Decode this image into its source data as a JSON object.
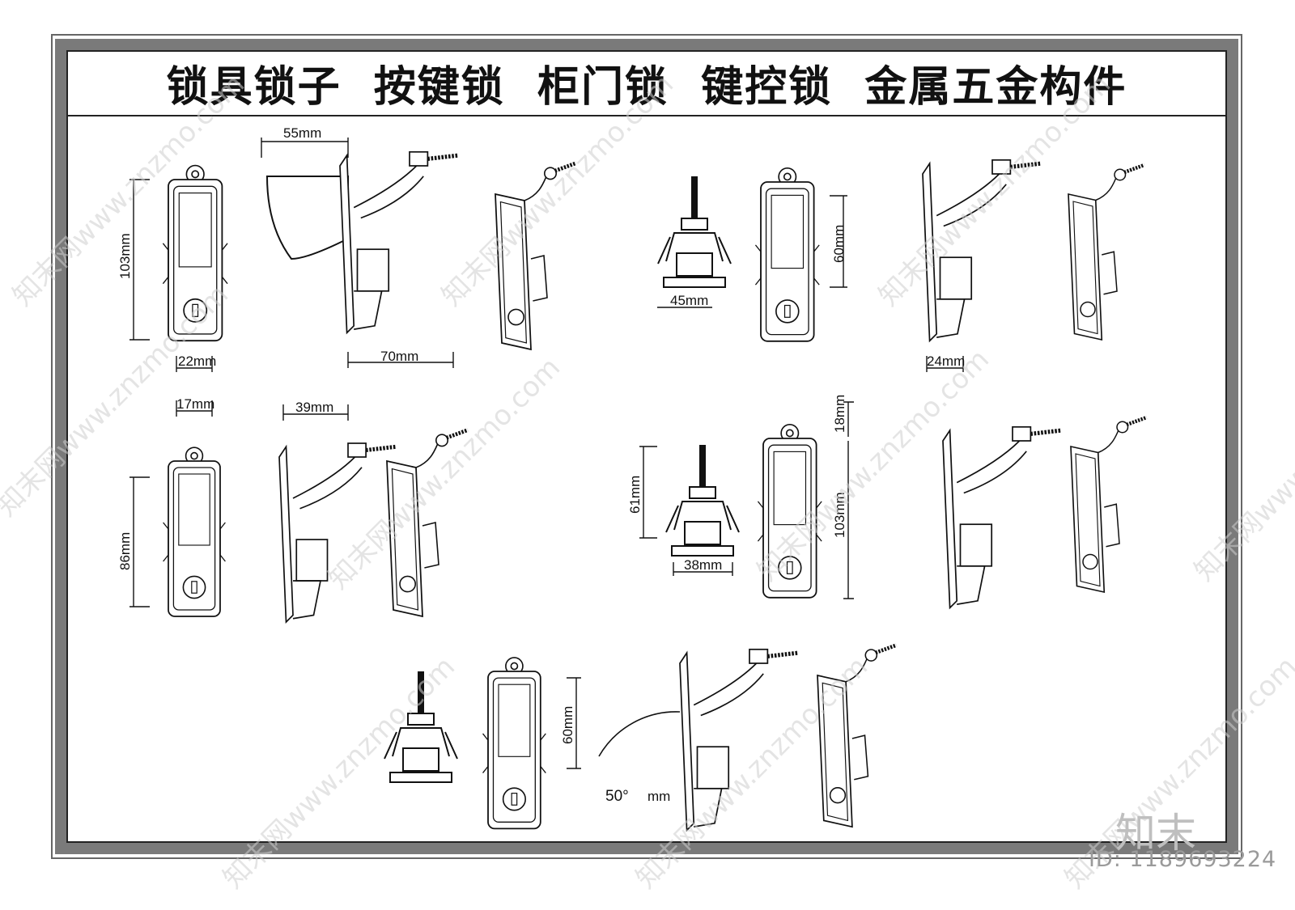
{
  "title": "锁具锁子  按键锁  柜门锁  键控锁  金属五金构件",
  "dimensions": {
    "d55": "55mm",
    "d103": "103mm",
    "d22": "22mm",
    "d70": "70mm",
    "d45": "45mm",
    "d60a": "60mm",
    "d24": "24mm",
    "d17": "17mm",
    "d39": "39mm",
    "d86": "86mm",
    "d61": "61mm",
    "d38": "38mm",
    "d18": "18mm",
    "d103b": "103mm",
    "d60b": "60mm",
    "d50": "50°",
    "dmm": "mm"
  },
  "watermark": "知末网www.znzmo.com",
  "logo": "知末",
  "id_label": "ID: 1189693224"
}
